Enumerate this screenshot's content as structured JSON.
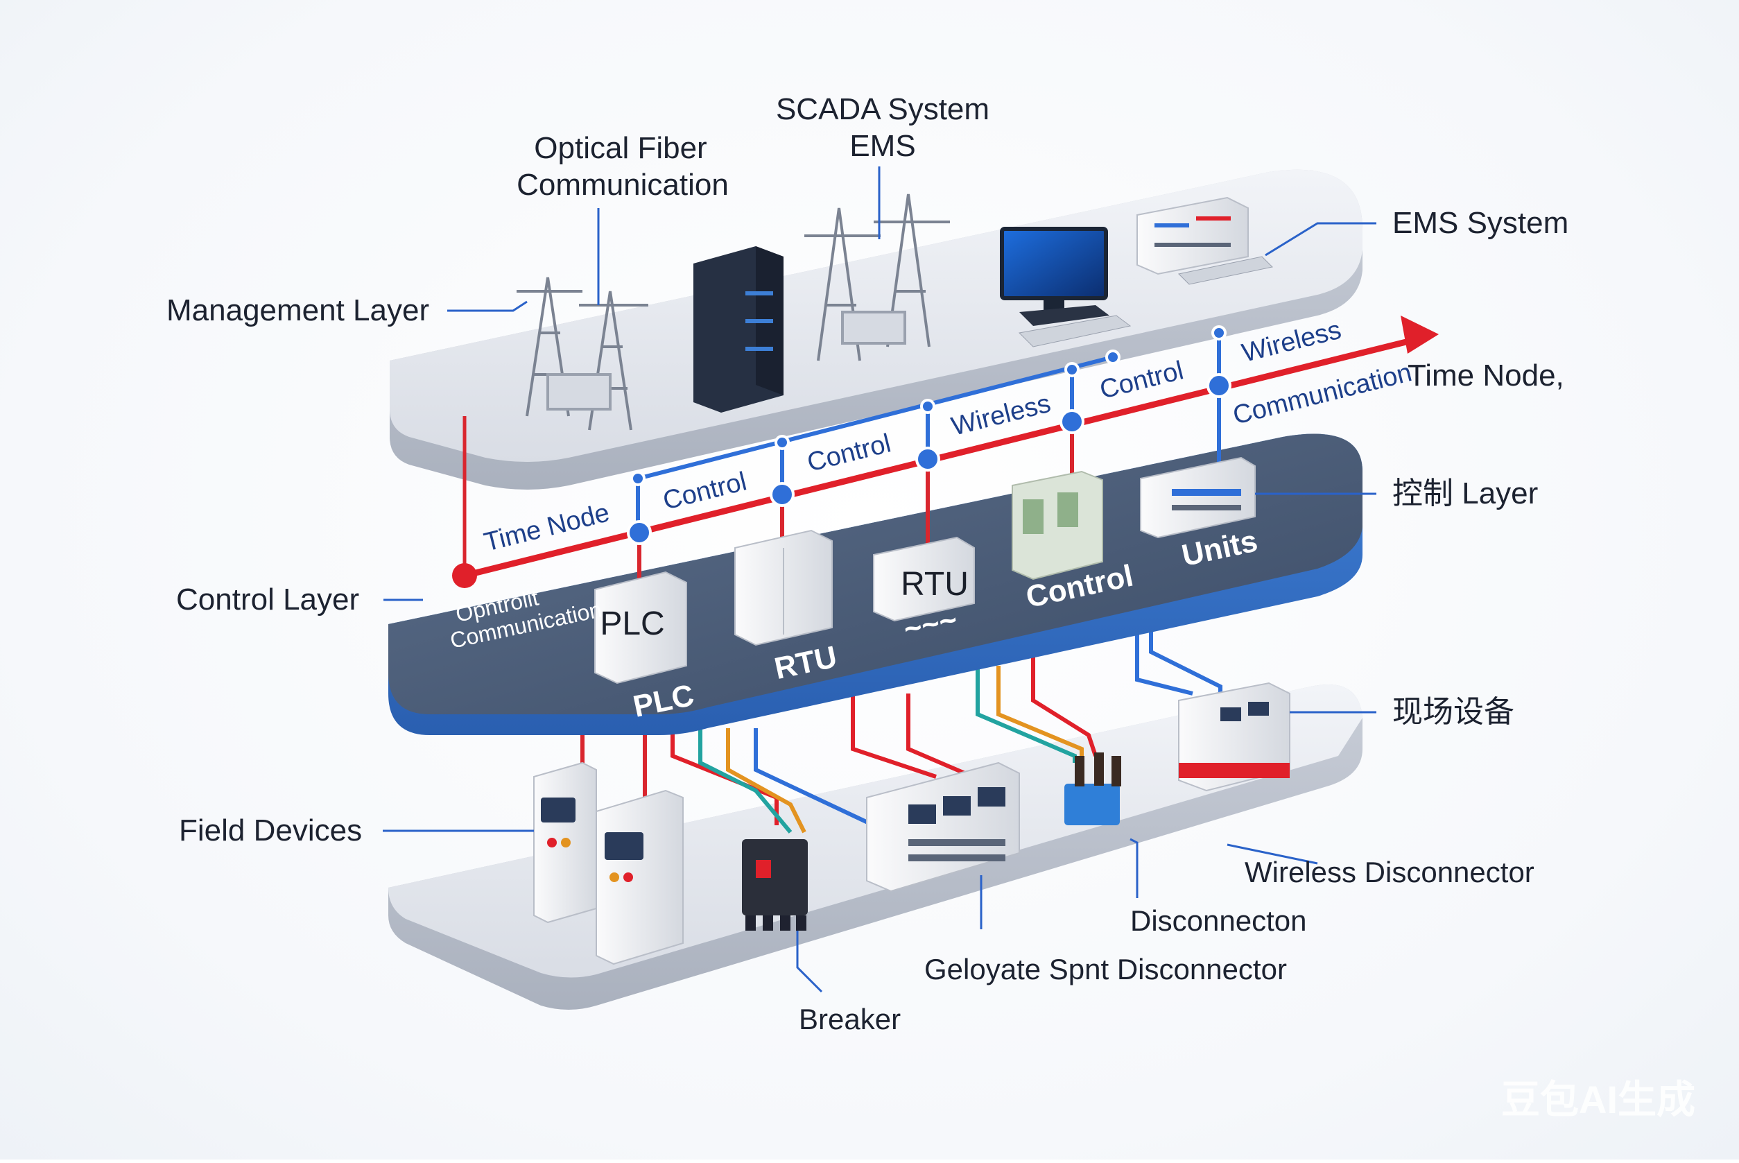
{
  "title_labels": {
    "scada": "SCADA System",
    "scada_sub": "EMS",
    "optical": "Optical Fiber",
    "optical_sub": "Communication",
    "ems_system": "EMS System"
  },
  "layers": {
    "management": "Management Layer",
    "control": "Control Layer",
    "field": "Field Devices",
    "control_cn": "控制 Layer",
    "field_cn": "现场设备"
  },
  "time_node": {
    "right_label": "Time Node,",
    "left_label": "Time Node"
  },
  "wire_labels": {
    "control_1": "Control",
    "control_2": "Control",
    "wireless_1": "Wireless",
    "control_3": "Control",
    "wireless_2": "Wireless",
    "communication": "Communication",
    "optical_garbled_1": "Opntrolit",
    "optical_garbled_2": "Communication"
  },
  "control_units": {
    "plc_box": "PLC",
    "plc_plate": "PLC",
    "rtu_plate": "RTU",
    "rtu_box": "RTU",
    "rtu_sub": "~~~",
    "control_plate": "Control",
    "units_plate": "Units"
  },
  "field_labels": {
    "wireless_disconnector": "Wireless Disconnector",
    "disconnecton": "Disconnecton",
    "geloyate": "Geloyate Spnt Disconnector",
    "breaker": "Breaker"
  },
  "watermark": "豆包AI生成",
  "colors": {
    "time_line": "#e0202a",
    "control_wire": "#2f6fd8",
    "control_platform": "#4a5d78",
    "platform_light": "#e6e9ef",
    "leader": "#2a62c9"
  }
}
